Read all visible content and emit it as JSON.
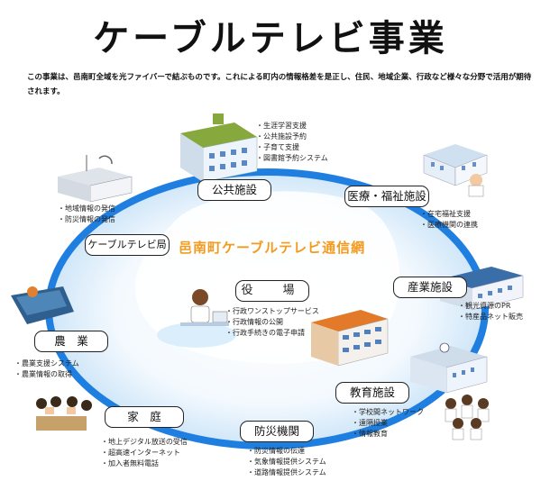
{
  "title": "ケーブルテレビ事業",
  "intro": "この事業は、邑南町全域を光ファイバーで結ぶものです。これによる町内の情報格差を是正し、住民、地域企業、行政など様々な分野で活用が期待されます。",
  "center": {
    "network_title": "邑南町ケーブルテレビ通信網",
    "yakuba_label": "役　場"
  },
  "yakuba_items": [
    "行政ワンストップサービス",
    "行政情報の公開",
    "行政手続きの電子申請"
  ],
  "nodes": {
    "koukyou": {
      "label": "公共施設",
      "items": [
        "生涯学習支援",
        "公共施設予約",
        "子育て支援",
        "図書館予約システム"
      ]
    },
    "iryou": {
      "label": "医療・福祉施設",
      "items": [
        "在宅福祉支援",
        "医療機関の連携"
      ]
    },
    "sangyou": {
      "label": "産業施設",
      "items": [
        "観光資源のPR",
        "特産品ネット販売"
      ]
    },
    "kyouiku": {
      "label": "教育施設",
      "items": [
        "学校間ネットワーク",
        "遠隔授業",
        "情報教育"
      ]
    },
    "bousai": {
      "label": "防災機関",
      "items": [
        "防災情報の伝達",
        "気象情報提供システム",
        "道路情報提供システム"
      ]
    },
    "katei": {
      "label": "家　庭",
      "items": [
        "地上デジタル放送の受信",
        "超高速インターネット",
        "加入者無料電話"
      ]
    },
    "nougyou": {
      "label": "農　業",
      "items": [
        "農業支援システム",
        "農業情報の取得"
      ]
    },
    "cable": {
      "label": "ケーブルテレビ局",
      "items": [
        "地域情報の発信",
        "防災情報の発信"
      ]
    }
  },
  "colors": {
    "ring": "#1f7fe0",
    "ring_fill": "#e3f1fb",
    "accent": "#f39a1e",
    "building_roof": "#6f8f2f",
    "building_wall": "#e8f0fa"
  }
}
